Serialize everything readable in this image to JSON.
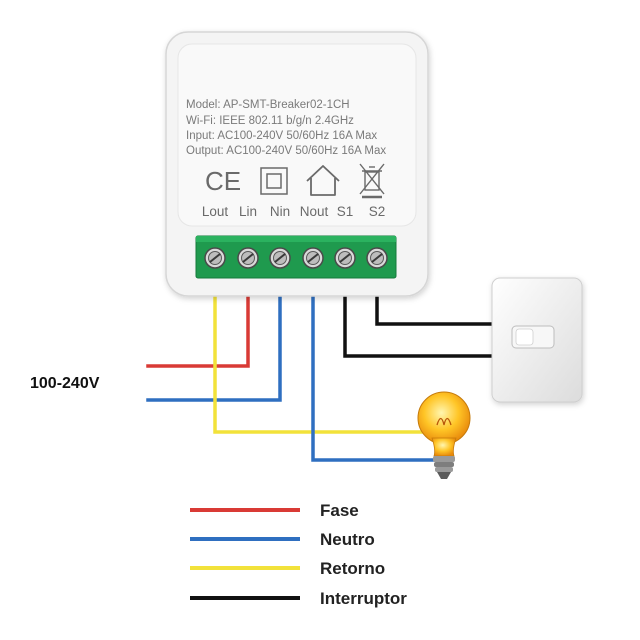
{
  "device": {
    "spec_lines": [
      "Model: AP-SMT-Breaker02-1CH",
      "Wi-Fi: IEEE 802.11 b/g/n 2.4GHz",
      "Input: AC100-240V 50/60Hz 16A Max",
      "Output: AC100-240V 50/60Hz 16A Max"
    ],
    "ce_mark": "CE",
    "terminals": [
      "Lout",
      "Lin",
      "Nin",
      "Nout",
      "S1",
      "S2"
    ]
  },
  "supply_label": "100-240V",
  "legend": [
    {
      "label": "Fase",
      "color": "#d93a35"
    },
    {
      "label": "Neutro",
      "color": "#2f6fc0"
    },
    {
      "label": "Retorno",
      "color": "#f2e23a"
    },
    {
      "label": "Interruptor",
      "color": "#111111"
    }
  ],
  "colors": {
    "fase": "#d93a35",
    "neutro": "#2f6fc0",
    "retorno": "#f2e23a",
    "interruptor": "#111111",
    "terminal_block": "#1f9a4e",
    "device_body": "#f4f4f4"
  },
  "icons": [
    "ce-mark-icon",
    "double-insulation-icon",
    "home-icon",
    "weee-bin-icon",
    "light-bulb-icon",
    "wall-switch-icon"
  ]
}
